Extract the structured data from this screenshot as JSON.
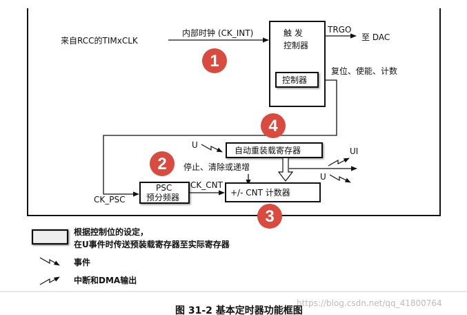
{
  "inputs": {
    "rcc_source": "来自RCC的TIMxCLK",
    "internal_clock": "内部时钟 (CK_INT)",
    "ck_psc": "CK_PSC",
    "ck_cnt": "CK_CNT"
  },
  "trigger_controller": {
    "title_line1": "触  发",
    "title_line2": "控制器",
    "inner_label": "控制器",
    "trgo": "TRGO",
    "to_dac": "至 DAC",
    "reset_enable_count": "复位、使能、计数"
  },
  "auto_reload": {
    "label": "自动重装载寄存器",
    "u_label": "U",
    "ui_label": "UI",
    "u_out_label": "U"
  },
  "counter": {
    "label": "+/-   CNT 计数器",
    "stop_clear_label": "停止、清除或递增"
  },
  "prescaler": {
    "line1": "PSC",
    "line2": "预分频器"
  },
  "markers": [
    "1",
    "2",
    "3",
    "4"
  ],
  "legend": {
    "register_desc_line1": "根据控制位的设定，",
    "register_desc_line2": "在U事件时传送预装载寄存器至实际寄存器",
    "event_label": "事件",
    "interrupt_label": "中断和DMA输出"
  },
  "watermark": "https://blog.csdn.net/qq_41800764",
  "caption": "图 31-2  基本定时器功能框图",
  "colors": {
    "marker_fill": "#d94a3f",
    "legend_fill": "#efefef",
    "line": "#111111"
  }
}
